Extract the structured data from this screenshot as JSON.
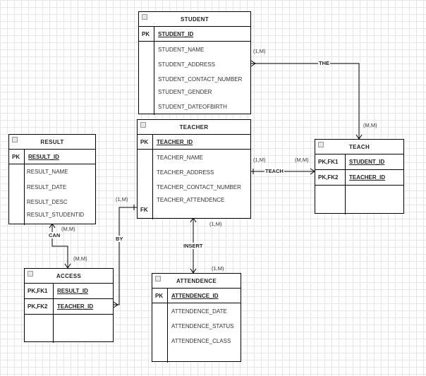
{
  "entities": {
    "student": {
      "title": "STUDENT",
      "pk_label": "PK",
      "pk": "STUDENT_ID",
      "attributes": [
        "STUDENT_NAME",
        "STUDENT_ADDRESS",
        "STUDENT_CONTACT_NUMBER",
        "STUDENT_GENDER",
        "STUDENT_DATEOFBIRTH"
      ]
    },
    "teacher": {
      "title": "TEACHER",
      "pk_label": "PK",
      "pk": "TEACHER_ID",
      "fk_label": "FK",
      "attributes": [
        "TEACHER_NAME",
        "TEACHER_ADDRESS",
        "TEACHER_CONTACT_NUMBER",
        "TEACHER_ATTENDENCE"
      ]
    },
    "result": {
      "title": "RESULT",
      "pk_label": "PK",
      "pk": "RESULT_ID",
      "attributes": [
        "RESULT_NAME",
        "RESULT_DATE",
        "RESULT_DESC",
        "RESULT_STUDENTID"
      ]
    },
    "teach": {
      "title": "TEACH",
      "keys": [
        {
          "label": "PK,FK1",
          "name": "STUDENT_ID"
        },
        {
          "label": "PK,FK2",
          "name": "TEACHER_ID"
        }
      ]
    },
    "access": {
      "title": "ACCESS",
      "keys": [
        {
          "label": "PK,FK1",
          "name": "RESULT_ID"
        },
        {
          "label": "PK,FK2",
          "name": "TEACHER_ID"
        }
      ]
    },
    "attendence": {
      "title": "ATTENDENCE",
      "pk_label": "PK",
      "pk": "ATTENDENCE_ID",
      "attributes": [
        "ATTENDENCE_DATE",
        "ATTENDENCE_STATUS",
        "ATTENDENCE_CLASS"
      ]
    }
  },
  "relationships": {
    "the": "THE",
    "teach": "TEACH",
    "can": "CAN",
    "by": "BY",
    "insert": "INSERT"
  },
  "cardinalities": {
    "student_the": "(1,M)",
    "teach_the": "(M,M)",
    "teacher_teach": "(1,M)",
    "teach_teacher": "(M,M)",
    "result_can": "(M,M)",
    "access_can": "(M,M)",
    "teacher_by": "(1,M)",
    "teacher_insert": "(1,M)",
    "attendence_insert": "(1,M)"
  }
}
